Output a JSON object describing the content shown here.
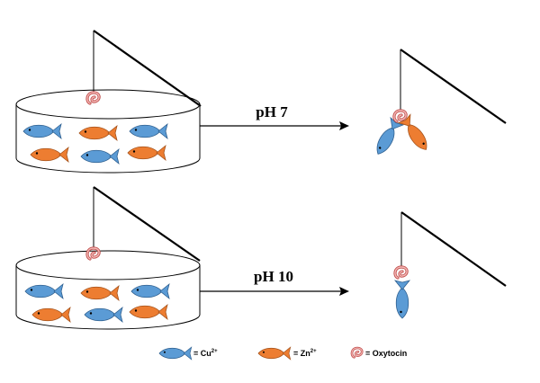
{
  "rows": [
    {
      "condition": "pH 7",
      "result": "both-fish-caught"
    },
    {
      "condition": "pH 10",
      "result": "one-fish-caught"
    }
  ],
  "legend": {
    "items": [
      {
        "icon": "blue-fish-icon",
        "prefix": "= ",
        "base": "Cu",
        "sup": "2+"
      },
      {
        "icon": "orange-fish-icon",
        "prefix": "= ",
        "base": "Zn",
        "sup": "2+"
      },
      {
        "icon": "worm-icon",
        "prefix": "= ",
        "base": "Oxytocin",
        "sup": ""
      }
    ]
  },
  "colors": {
    "blue_fish": "#5b9bd5",
    "orange_fish": "#ed7d31",
    "worm_stroke": "#c0504d",
    "worm_fill": "#f4b6b5",
    "line": "#000000"
  }
}
